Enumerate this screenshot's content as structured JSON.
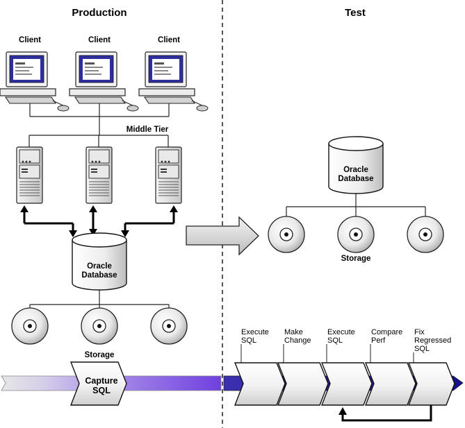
{
  "headers": {
    "production": "Production",
    "test": "Test"
  },
  "production": {
    "clients": [
      "Client",
      "Client",
      "Client"
    ],
    "middle_tier_label": "Middle Tier",
    "database_label": [
      "Oracle",
      "Database"
    ],
    "storage_label": "Storage"
  },
  "test": {
    "database_label": [
      "Oracle",
      "Database"
    ],
    "storage_label": "Storage"
  },
  "workflow": {
    "capture_label": [
      "Capture",
      "SQL"
    ],
    "steps": [
      {
        "lines": [
          "Execute",
          "SQL"
        ]
      },
      {
        "lines": [
          "Make",
          "Change"
        ]
      },
      {
        "lines": [
          "Execute",
          "SQL"
        ]
      },
      {
        "lines": [
          "Compare",
          "Perf"
        ]
      },
      {
        "lines": [
          "Fix",
          "Regressed",
          "SQL"
        ]
      }
    ]
  },
  "colors": {
    "accent_purple": "#6a3bd6",
    "navy": "#1a1a8c",
    "screen_blue": "#3a3aa8",
    "gray_arrow": "#d8d8d8"
  }
}
